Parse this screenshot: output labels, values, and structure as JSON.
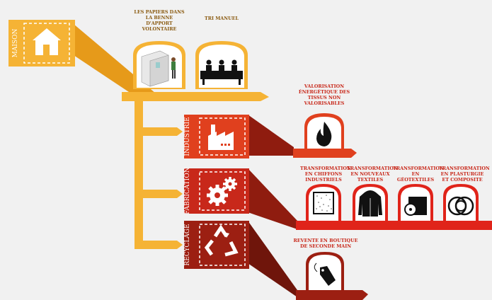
{
  "categories": {
    "maison": "MAISON",
    "industrie": "INDUSTRIE",
    "fabrication": "FABRICATION",
    "recyclage": "RECYCLAGE"
  },
  "labels": {
    "papiers": "LES PAPIERS DANS LA BENNE D'APPORT VOLONTAIRE",
    "tri": "TRI MANUEL",
    "valorisation": "VALORISATION ÉNERGÉTIQUE DES TISSUS NON VALORISABLES",
    "chiffons": "TRANSFORMATION EN CHIFFONS INDUSTRIELS",
    "textiles": "TRANSFORMATION EN NOUVEAUX TEXTILES",
    "geotextiles": "TRANSFORMATION EN GÉOTEXTILES",
    "plasturgie": "TRANSFORMATION EN PLASTURGIE ET COMPOSITE",
    "revente": "REVENTE EN BOUTIQUE DE SECONDE MAIN"
  },
  "colors": {
    "background": "#f1f1f1",
    "maison": "#f5b335",
    "industrie": "#e0401e",
    "fabrication": "#c8281a",
    "recyclage": "#9c1f12",
    "panel": "#ffffff"
  },
  "icons": {
    "maison": "house-icon",
    "industrie": "factory-icon",
    "fabrication": "gears-icon",
    "recyclage": "recycle-icon",
    "papiers": "container-person-icon",
    "tri": "sorting-workers-icon",
    "valorisation": "flame-icon",
    "chiffons": "fabric-swatch-icon",
    "textiles": "hoodie-icon",
    "geotextiles": "roll-icon",
    "plasturgie": "composite-rolls-icon",
    "revente": "price-tag-icon"
  }
}
